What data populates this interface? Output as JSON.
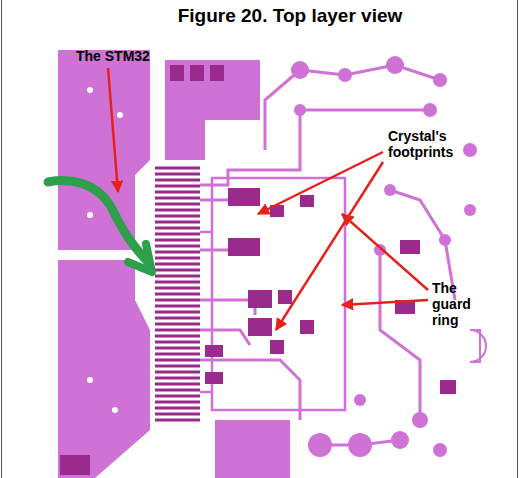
{
  "diagram": {
    "title": "Figure 20. Top layer view",
    "labels": [
      "The STM32",
      "Crystal's footprints",
      "The guard ring"
    ]
  }
}
